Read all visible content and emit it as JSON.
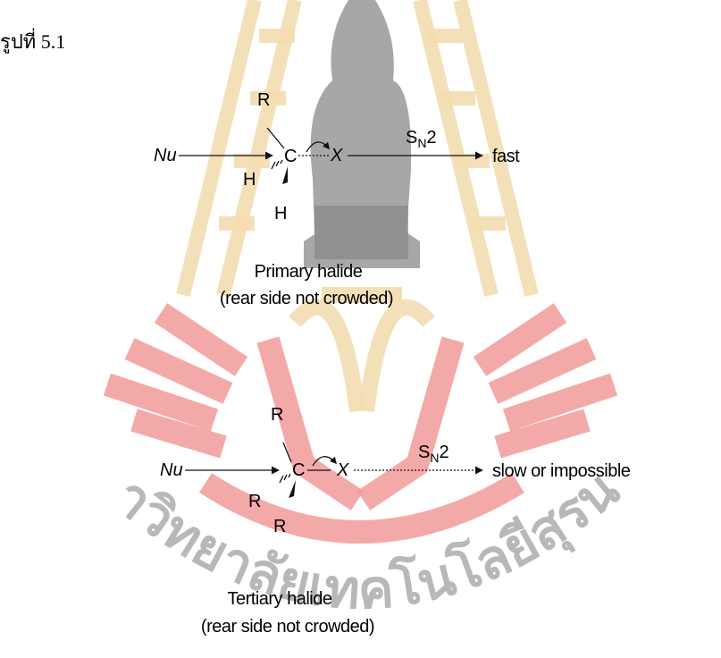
{
  "figure_label": "รูปที่ 5.1",
  "watermark": {
    "text": "มหาวิทยาลัยเทคโนโลยีสุรนารี",
    "gold": "#f3ddb0",
    "red": "#f29a9a",
    "gray": "#8a8a8a"
  },
  "primary": {
    "nu": "Nu",
    "carbon": "C",
    "substituent_top": "R",
    "substituent_left": "H",
    "substituent_bottom": "H",
    "leaving_group": "X",
    "mechanism": "S",
    "mechanism_sub": "N",
    "mechanism_num": "2",
    "outcome": "fast",
    "caption_line1": "Primary halide",
    "caption_line2": "(rear side not crowded)"
  },
  "tertiary": {
    "nu": "Nu",
    "carbon": "C",
    "substituent_top": "R",
    "substituent_left": "R",
    "substituent_bottom": "R",
    "leaving_group": "X",
    "mechanism": "S",
    "mechanism_sub": "N",
    "mechanism_num": "2",
    "outcome": "slow or impossible",
    "caption_line1": "Tertiary halide",
    "caption_line2": "(rear side not crowded)"
  }
}
